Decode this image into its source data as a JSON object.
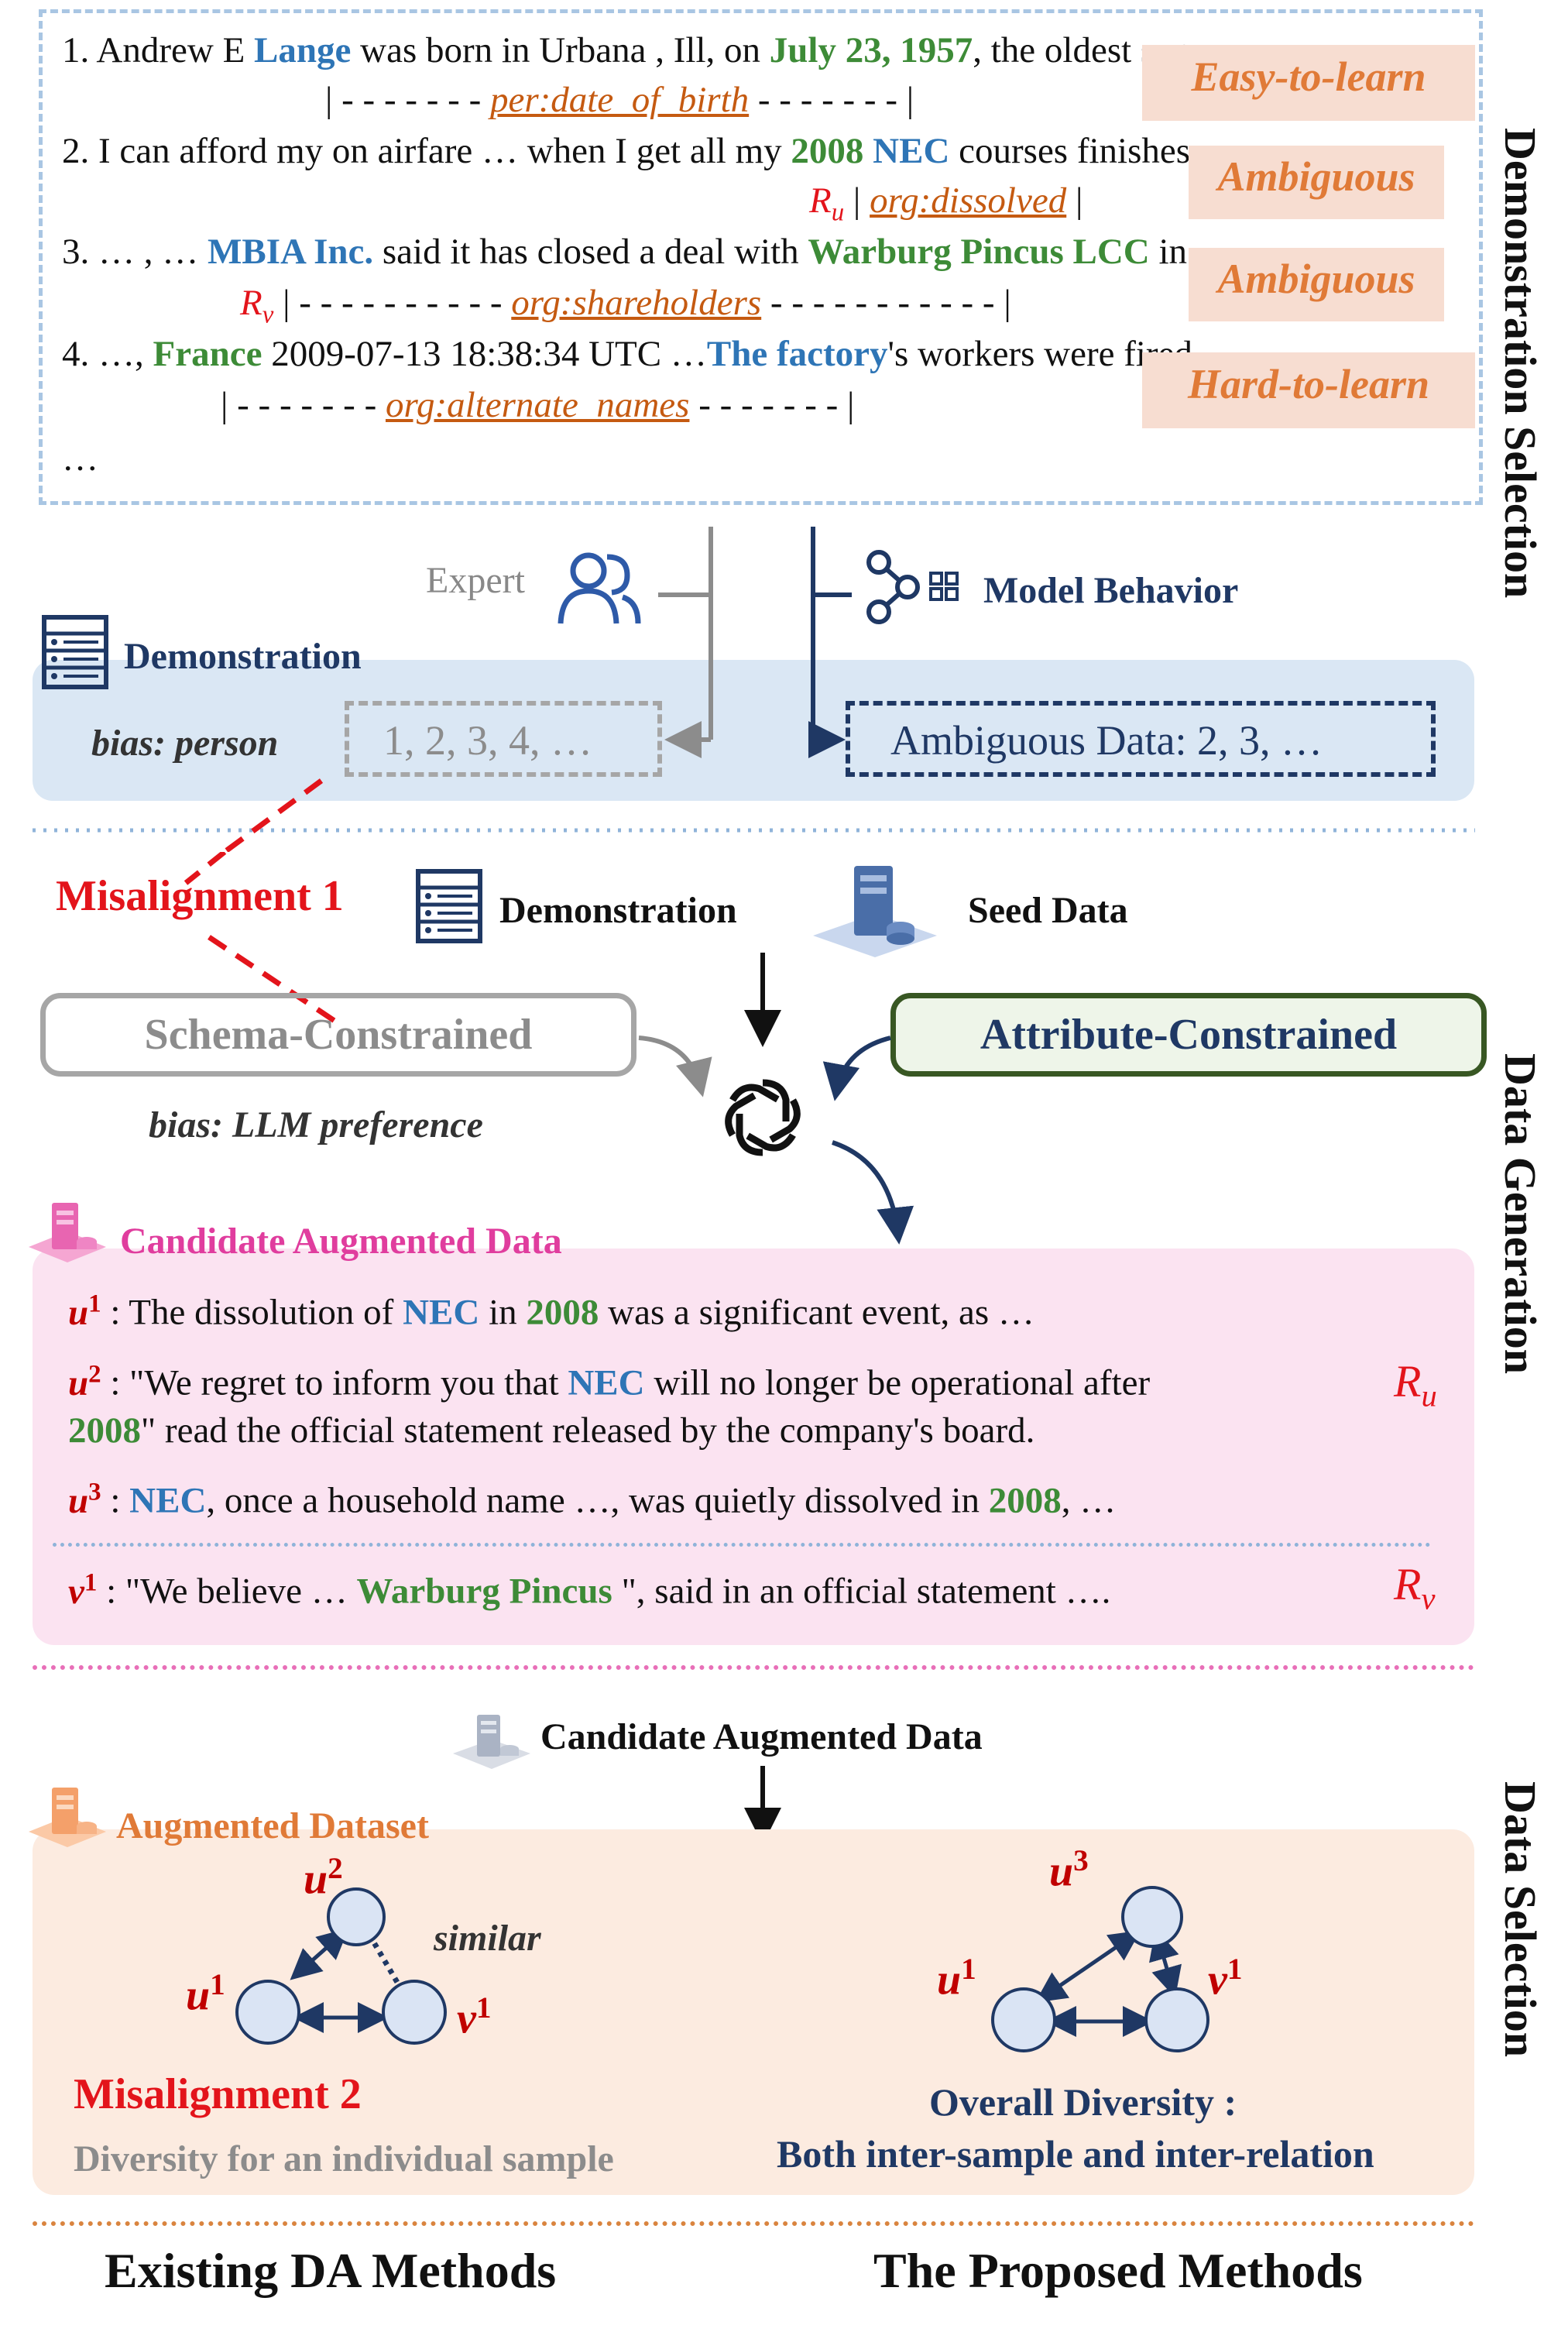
{
  "section_titles": {
    "demo_selection": "Demonstration Selection",
    "data_generation": "Data Generation",
    "data_selection": "Data Selection"
  },
  "examples": [
    {
      "num": "1.",
      "pre": "Andrew E",
      "head": "Lange",
      "mid": "was born in Urbana , Ill, on",
      "tail": "July 23, 1957",
      "post": ", the oldest son …",
      "relation": "per:date_of_birth",
      "tag": "Easy-to-learn"
    },
    {
      "num": "2.",
      "pre": "I can afford my on airfare … when I get all my",
      "tail": "2008",
      "head": "NEC",
      "post": "courses finishes.",
      "rsym": "R",
      "rsub": "u",
      "relation": "org:dissolved",
      "tag": "Ambiguous"
    },
    {
      "num": "3.",
      "pre": "… , …",
      "head": "MBIA Inc.",
      "mid": "said it has closed a deal with",
      "tail": "Warburg Pincus LCC",
      "post": "in …",
      "rsym": "R",
      "rsub": "v",
      "relation": "org:shareholders",
      "tag": "Ambiguous"
    },
    {
      "num": "4.",
      "pre": "…,",
      "tail": "France",
      "mid": "2009-07-13 18:38:34 UTC …",
      "head": "The factory",
      "post": "'s workers were fired …",
      "relation": "org:alternate_names",
      "tag": "Hard-to-learn"
    }
  ],
  "ellipsis": "…",
  "dash_left": "| - - - - - - -",
  "dash_right": "- - - - - - - |",
  "dash2_right": "|",
  "dash3_left": "| - - - - - - - - - -",
  "dash3_right": "- - - - - - - - - - - |",
  "dash4_left": "| - - - - - - -",
  "dash4_right": "- - - - - - - |",
  "demo_panel": {
    "expert_label": "Expert",
    "model_behavior_label": "Model Behavior",
    "demonstration_label": "Demonstration",
    "bias_person": "bias: person",
    "expert_list": "1, 2, 3, 4, …",
    "ambiguous_data": "Ambiguous Data: 2, 3, …"
  },
  "generation": {
    "misalignment1": "Misalignment 1",
    "demonstration_label": "Demonstration",
    "seed_data_label": "Seed Data",
    "schema_box": "Schema-Constrained",
    "attribute_box": "Attribute-Constrained",
    "bias_llm": "bias: LLM preference",
    "candidate_title": "Candidate Augmented Data",
    "items": [
      {
        "var": "u",
        "sup": "1",
        "text_a": ": The dissolution of",
        "ent1": "NEC",
        "text_b": "in",
        "ent2": "2008",
        "text_c": "was a significant event, as …"
      },
      {
        "var": "u",
        "sup": "2",
        "text_a": ": \"We regret to inform you that",
        "ent1": "NEC",
        "text_b": "will no longer be operational after",
        "ent2": "2008",
        "text_c": "\" read the official statement released by the company's board."
      },
      {
        "var": "u",
        "sup": "3",
        "text_a": ":",
        "ent1": "NEC",
        "text_b": ", once a household name …, was quietly dissolved in",
        "ent2": "2008",
        "text_c": ", …"
      },
      {
        "var": "v",
        "sup": "1",
        "text_a": ": \"We believe …",
        "ent2": "Warburg Pincus",
        "text_c": "\", said in an official statement …."
      }
    ],
    "r_u": "R",
    "r_u_sub": "u",
    "r_v": "R",
    "r_v_sub": "v"
  },
  "selection": {
    "candidate_label": "Candidate Augmented Data",
    "augmented_dataset": "Augmented Dataset",
    "similar": "similar",
    "misalignment2": "Misalignment 2",
    "diversity_individual": "Diversity for an individual sample",
    "overall_diversity": "Overall Diversity :",
    "both_inter": "Both inter-sample and inter-relation",
    "left_nodes": {
      "u2": "u",
      "u2_sup": "2",
      "u1": "u",
      "u1_sup": "1",
      "v1": "v",
      "v1_sup": "1"
    },
    "right_nodes": {
      "u3": "u",
      "u3_sup": "3",
      "u1": "u",
      "u1_sup": "1",
      "v1": "v",
      "v1_sup": "1"
    }
  },
  "footer": {
    "existing": "Existing DA Methods",
    "proposed": "The Proposed Methods"
  },
  "colors": {
    "head_entity": "#2e75b6",
    "tail_entity": "#3d8b37",
    "relation": "#c55a11",
    "tag_bg": "#f7ddd1",
    "navy": "#1f3864",
    "red": "#e3141b"
  }
}
